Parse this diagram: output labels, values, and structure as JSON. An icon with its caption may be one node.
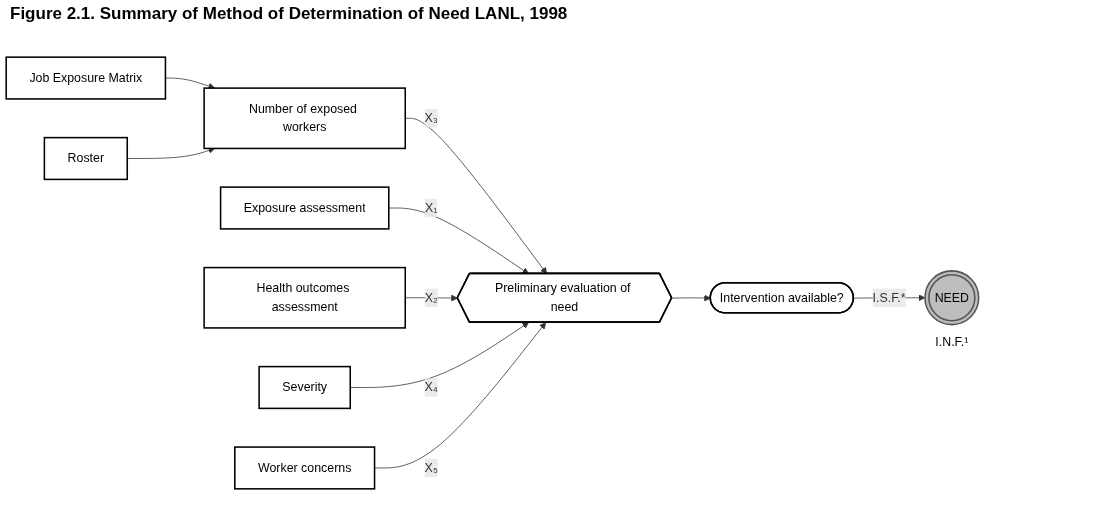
{
  "diagram": {
    "title": "Figure 2.1. Summary of Method of Determination of Need LANL, 1998",
    "nodes": [
      {
        "text": [
          "Job Exposure Matrix"
        ]
      },
      {
        "text": [
          "Roster"
        ]
      },
      {
        "text": [
          "Number of exposed workers"
        ]
      },
      {
        "text": [
          "Exposure assessment"
        ]
      },
      {
        "text": [
          "Health outcomes assessment"
        ]
      },
      {
        "text": [
          "Severity"
        ]
      },
      {
        "text": [
          "Preliminary evaluation of need"
        ]
      },
      {
        "text": [
          "Worker concerns"
        ]
      },
      {
        "text": [
          "Intervention available?"
        ]
      },
      {
        "text": [
          "NEED"
        ],
        "beside": [
          "I.N.F.¹"
        ]
      }
    ],
    "edges": [
      {
        "from": 0,
        "to": 2,
        "arrow": "to"
      },
      {
        "from": 1,
        "to": 2,
        "arrow": "to"
      },
      {
        "from": 2,
        "to": 6,
        "arrow": "to",
        "label": "X₃"
      },
      {
        "from": 3,
        "to": 6,
        "arrow": "to",
        "label": "X₁"
      },
      {
        "from": 4,
        "to": 6,
        "arrow": "to",
        "label": "X₂"
      },
      {
        "from": 5,
        "to": 6,
        "arrow": "to",
        "label": "X₄"
      },
      {
        "from": 7,
        "to": 6,
        "arrow": "to",
        "label": "X₅"
      },
      {
        "from": 6,
        "to": 8,
        "arrow": "to"
      },
      {
        "from": 8,
        "to": 9,
        "arrow": "to",
        "label": "I.S.F.*"
      }
    ]
  }
}
